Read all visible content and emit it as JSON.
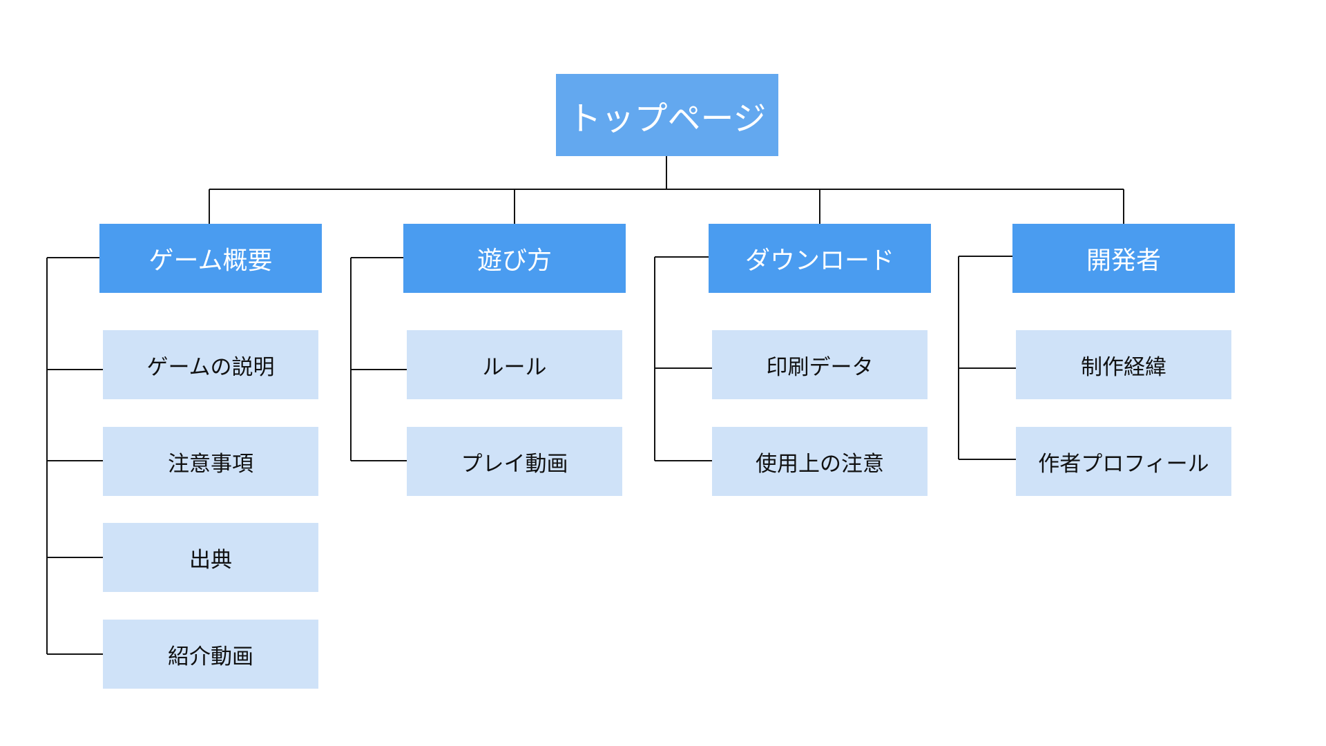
{
  "root": {
    "label": "トップページ"
  },
  "categories": [
    {
      "label": "ゲーム概要",
      "children": [
        "ゲームの説明",
        "注意事項",
        "出典",
        "紹介動画"
      ]
    },
    {
      "label": "遊び方",
      "children": [
        "ルール",
        "プレイ動画"
      ]
    },
    {
      "label": "ダウンロード",
      "children": [
        "印刷データ",
        "使用上の注意"
      ]
    },
    {
      "label": "開発者",
      "children": [
        "制作経緯",
        "作者プロフィール"
      ]
    }
  ],
  "colors": {
    "root_fill": "#63a8ef",
    "category_fill": "#4a9cf0",
    "leaf_fill": "#cfe2f8",
    "connector": "#111111",
    "root_text": "#ffffff",
    "category_text": "#ffffff",
    "leaf_text": "#111111"
  }
}
